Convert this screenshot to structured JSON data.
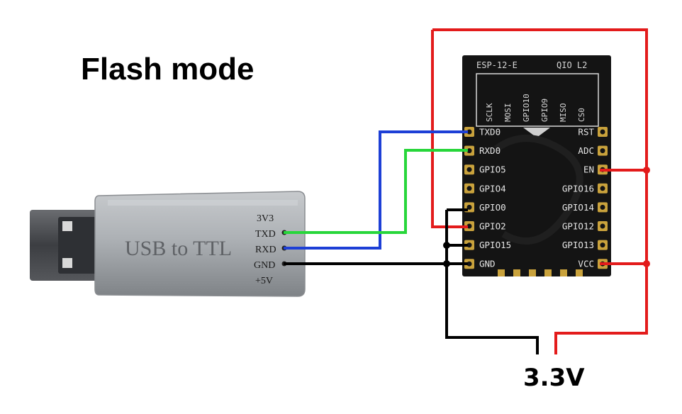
{
  "title": "Flash mode",
  "usb_adapter": {
    "label": "USB to TTL",
    "pins": [
      "3V3",
      "TXD",
      "RXD",
      "GND",
      "+5V"
    ]
  },
  "module": {
    "name": "ESP-12-E",
    "flash": "QIO L2",
    "flash_pins": [
      "SCLK",
      "MOSI",
      "GPIO10",
      "GPIO9",
      "MISO",
      "CS0"
    ],
    "left_pins": [
      "TXD0",
      "RXD0",
      "GPIO5",
      "GPIO4",
      "GPIO0",
      "GPIO2",
      "GPIO15",
      "GND"
    ],
    "right_pins": [
      "RST",
      "ADC",
      "EN",
      "GPIO16",
      "GPIO14",
      "GPIO12",
      "GPIO13",
      "VCC"
    ]
  },
  "supply_label": "3.3V",
  "colors": {
    "wire_red": "#e31b1b",
    "wire_blue": "#1d3fd6",
    "wire_green": "#27d63a",
    "wire_black": "#000000",
    "usb_body": "#a9adb2",
    "usb_plug": "#4a4c50",
    "chip_body": "#141414",
    "pad_gold": "#c9a23c"
  }
}
